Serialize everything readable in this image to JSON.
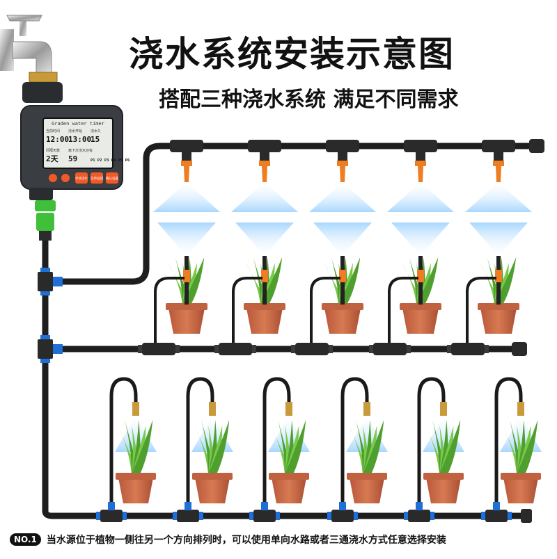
{
  "header": {
    "title": "浇水系统安装示意图",
    "subtitle": "搭配三种浇水系统 满足不同需求"
  },
  "timer": {
    "brand": "Graden water timer",
    "cells": [
      {
        "label": "当前时间",
        "value": "12:00"
      },
      {
        "label": "浇水开始",
        "value": "13:00"
      },
      {
        "label": "浇水久",
        "value": "15"
      },
      {
        "label": "间隔天数",
        "value": "2天"
      },
      {
        "label": "离下次浇水还有",
        "value": "59"
      },
      {
        "label": "",
        "value": "P1 P2 P3 P4 P5 P6"
      }
    ],
    "buttons": [
      "手动浇水",
      "菜单返回",
      "确认设置"
    ]
  },
  "footer": {
    "badge": "NO.1",
    "note": "当水源位于植物一侧往另一个方向排列时，可以使用单向水路或者三通浇水方式任意选择安装"
  },
  "colors": {
    "pipe": "#1e1e1e",
    "fitting": "#2a2a2a",
    "connector_blue": "#1f6fd6",
    "nozzle_orange": "#ef7d22",
    "pot": "#c86a45",
    "plant": "#5fb23a",
    "mist": "#bfe4ff",
    "tap_green": "#3fbf3a"
  }
}
